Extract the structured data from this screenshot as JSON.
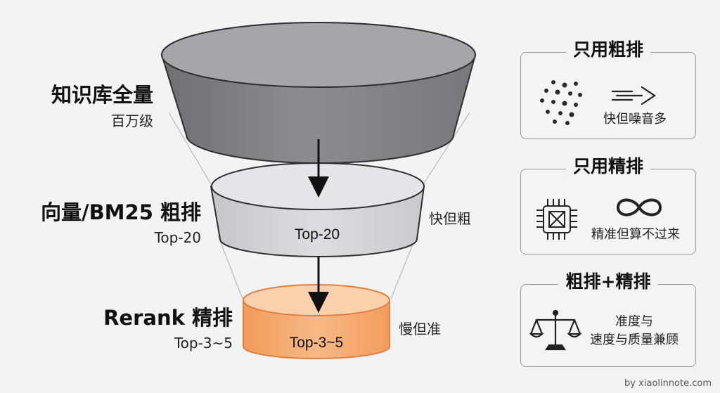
{
  "funnel": {
    "stages": [
      {
        "title": "知识库全量",
        "subtitle": "百万级",
        "inner_label": "",
        "side_note": ""
      },
      {
        "title": "向量/BM25 粗排",
        "subtitle": "Top-20",
        "inner_label": "Top-20",
        "side_note": "快但粗"
      },
      {
        "title": "Rerank 精排",
        "subtitle": "Top-3~5",
        "inner_label": "Top-3~5",
        "side_note": "慢但准"
      }
    ]
  },
  "cards": [
    {
      "title": "只用粗排",
      "lines": [
        "快但噪音多"
      ],
      "icons": [
        "scattered-dots-icon",
        "fast-arrow-icon"
      ]
    },
    {
      "title": "只用精排",
      "lines": [
        "精准但算不过来"
      ],
      "icons": [
        "cpu-chip-icon",
        "infinity-icon"
      ]
    },
    {
      "title": "粗排+精排",
      "lines": [
        "准度与",
        "速度与质量兼顾"
      ],
      "icons": [
        "balance-scale-icon"
      ]
    }
  ],
  "footer": {
    "credit": "by xiaolinnote.com"
  },
  "colors": {
    "top_tier": "#8f8f93",
    "middle_tier": "#d6d7db",
    "bottom_tier": "#f7b27d",
    "accent": "#ef8a4a"
  }
}
